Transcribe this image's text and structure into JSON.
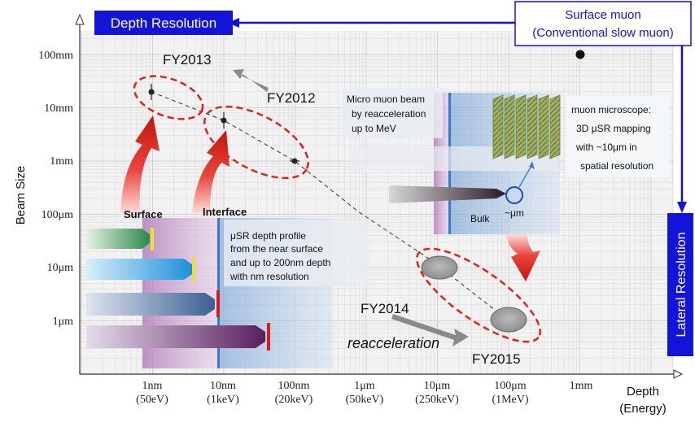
{
  "labels": {
    "depth_resolution": "Depth Resolution",
    "lateral_resolution": "Lateral Resolution",
    "surface_muon_line1": "Surface muon",
    "surface_muon_line2": "(Conventional slow muon)",
    "y_axis": "Beam Size",
    "x_axis_line1": "Depth",
    "x_axis_line2": "(Energy)",
    "fy2013": "FY2013",
    "fy2012": "FY2012",
    "fy2014": "FY2014",
    "fy2015": "FY2015",
    "surface": "Surface",
    "interface": "Interface",
    "reacceleration": "reacceleration",
    "micro_beam_1": "Micro muon beam",
    "micro_beam_2": "by reacceleration",
    "micro_beam_3": "up to MeV",
    "microscope_1": "muon microscope:",
    "microscope_2": "3D μSR mapping",
    "microscope_3": "with ~10μm in",
    "microscope_4": "spatial resolution",
    "depth_profile_1": "μSR depth profile",
    "depth_profile_2": "from the near surface",
    "depth_profile_3": "and up to 200nm depth",
    "depth_profile_4": "with nm resolution",
    "bulk": "Bulk",
    "um_label": "~μm"
  },
  "y_ticks": [
    "100mm",
    "10mm",
    "1mm",
    "100μm",
    "10μm",
    "1μm"
  ],
  "x_ticks": [
    {
      "top": "1nm",
      "bottom": "(50eV)"
    },
    {
      "top": "10nm",
      "bottom": "(1keV)"
    },
    {
      "top": "100nm",
      "bottom": "(20keV)"
    },
    {
      "top": "1μm",
      "bottom": "(50keV)"
    },
    {
      "top": "10μm",
      "bottom": "(250keV)"
    },
    {
      "top": "100μm",
      "bottom": "(1MeV)"
    },
    {
      "top": "1mm",
      "bottom": ""
    }
  ],
  "colors": {
    "accent_blue": "#1010e0",
    "dashed_red": "#e02020",
    "red_arrow": "#d81e14"
  }
}
